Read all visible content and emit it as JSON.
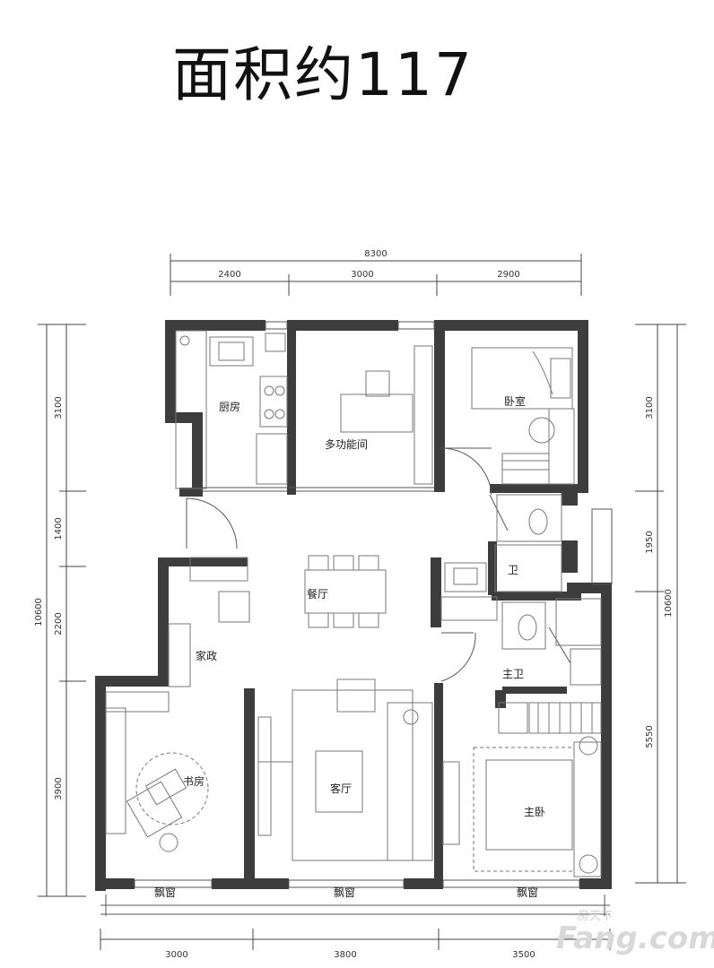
{
  "title": "面积约117",
  "dimensions": {
    "top_total": "8300",
    "top_segments": [
      "2400",
      "3000",
      "2900"
    ],
    "bottom_segments": [
      "3000",
      "3800",
      "3500"
    ],
    "left_total": "10600",
    "left_segments": [
      "3100",
      "1400",
      "2200",
      "3900"
    ],
    "right_total": "10600",
    "right_segments": [
      "3100",
      "1950",
      "5550"
    ]
  },
  "rooms": {
    "kitchen": "厨房",
    "multi_function": "多功能间",
    "bedroom": "卧室",
    "dining": "餐厅",
    "bathroom": "卫",
    "housekeeping": "家政",
    "master_bath": "主卫",
    "study": "书房",
    "living": "客厅",
    "master_bedroom": "主卧",
    "bay_window_1": "飘窗",
    "bay_window_2": "飘窗",
    "bay_window_3": "飘窗"
  },
  "watermark": {
    "logo": "Fang.com",
    "cn": "房天下"
  }
}
